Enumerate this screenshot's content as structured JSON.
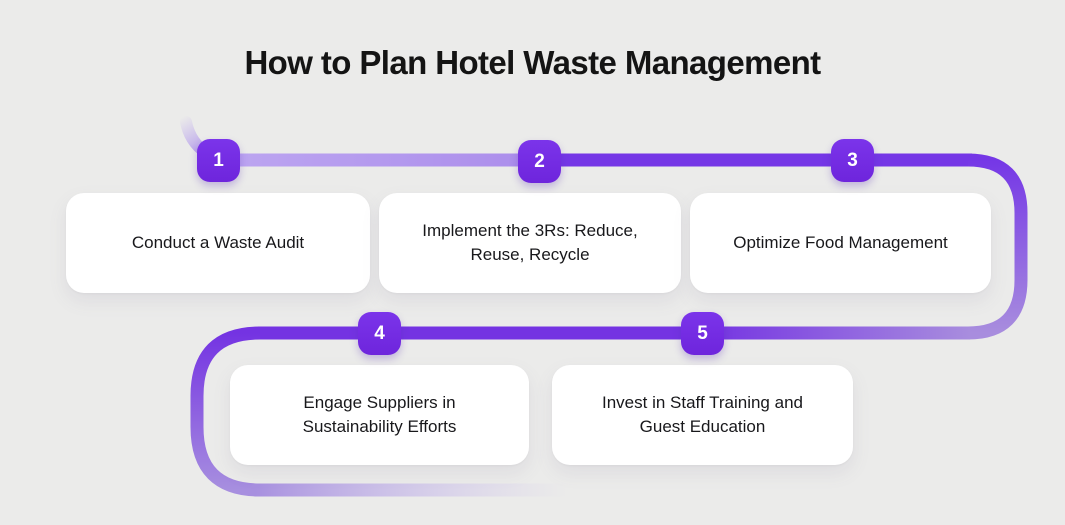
{
  "title": "How to Plan Hotel Waste Management",
  "steps": [
    {
      "number": "1",
      "label": "Conduct a Waste Audit"
    },
    {
      "number": "2",
      "label": "Implement the 3Rs: Reduce, Reuse, Recycle"
    },
    {
      "number": "3",
      "label": "Optimize Food Management"
    },
    {
      "number": "4",
      "label": "Engage Suppliers in Sustainability Efforts"
    },
    {
      "number": "5",
      "label": "Invest in Staff Training and Guest Education"
    }
  ],
  "colors": {
    "background": "#ebebea",
    "badge_accent": "#7128e0",
    "path_dark_purple": "#7433e2",
    "path_light_purple": "#b29af0",
    "card_background": "#ffffff",
    "title_text": "#141414",
    "card_text": "#18181b"
  }
}
